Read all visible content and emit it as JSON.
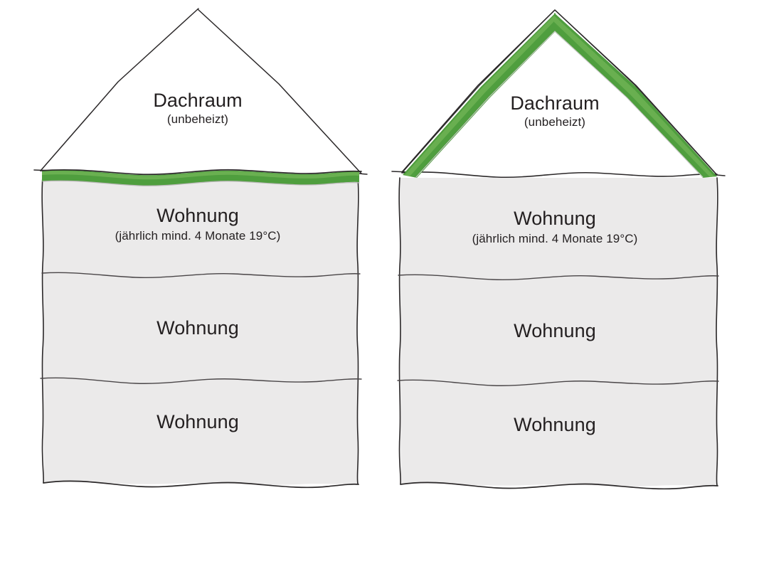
{
  "figure": {
    "background_color": "#ffffff",
    "ink_color": "#231f20",
    "room_fill_color": "#ebeaea",
    "insulation_color": "#4f9e3e",
    "insulation_highlight_color": "#6fb355"
  },
  "houses": [
    {
      "id": "house-left",
      "variant": "oberste-geschossdecke-gedaemmt",
      "insulation_placement": "top-floor-ceiling",
      "attic": {
        "title": "Dachraum",
        "subtitle": "(unbeheizt)"
      },
      "floors": [
        {
          "title": "Wohnung",
          "subtitle": "(jährlich mind. 4 Monate 19°C)"
        },
        {
          "title": "Wohnung",
          "subtitle": ""
        },
        {
          "title": "Wohnung",
          "subtitle": ""
        }
      ]
    },
    {
      "id": "house-right",
      "variant": "dachschraege-gedaemmt",
      "insulation_placement": "roof-slopes",
      "attic": {
        "title": "Dachraum",
        "subtitle": "(unbeheizt)"
      },
      "floors": [
        {
          "title": "Wohnung",
          "subtitle": "(jährlich mind. 4 Monate 19°C)"
        },
        {
          "title": "Wohnung",
          "subtitle": ""
        },
        {
          "title": "Wohnung",
          "subtitle": ""
        }
      ]
    }
  ]
}
